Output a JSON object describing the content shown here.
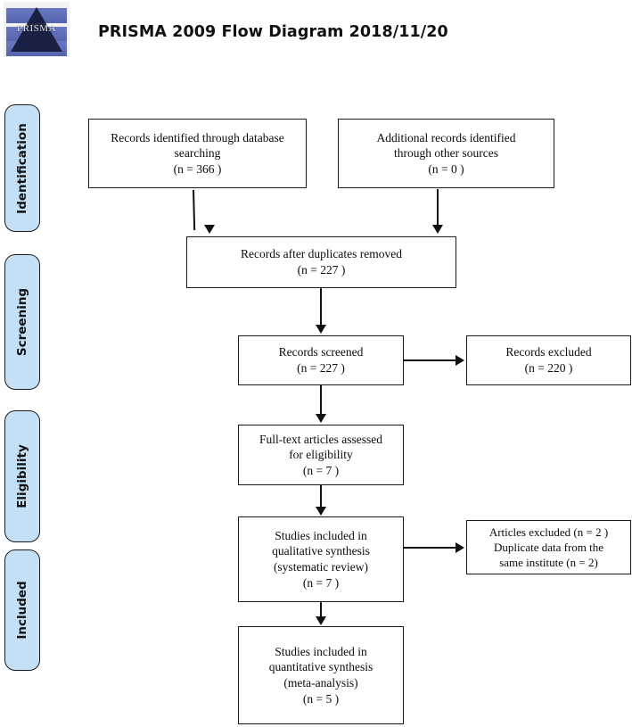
{
  "header": {
    "title": "PRISMA 2009 Flow Diagram 2018/11/20",
    "logo_word": "PRISMA",
    "logo_icon": "prisma-pyramid-logo"
  },
  "stages": [
    {
      "id": "identification",
      "label": "Identification"
    },
    {
      "id": "screening",
      "label": "Screening"
    },
    {
      "id": "eligibility",
      "label": "Eligibility"
    },
    {
      "id": "included",
      "label": "Included"
    }
  ],
  "boxes": {
    "db_search": {
      "text": "Records identified through database\nsearching\n(n = 366 )",
      "n": 366
    },
    "other_src": {
      "text": "Additional records identified\nthrough other sources\n(n = 0 )",
      "n": 0
    },
    "dedup": {
      "text": "Records after duplicates removed\n(n = 227 )",
      "n": 227
    },
    "screened": {
      "text": "Records screened\n(n = 227 )",
      "n": 227
    },
    "rec_excluded": {
      "text": "Records excluded\n(n = 220 )",
      "n": 220
    },
    "fulltext": {
      "text": "Full-text articles assessed\nfor eligibility\n(n = 7 )",
      "n": 7
    },
    "qualitative": {
      "text": "Studies included in\nqualitative synthesis\n(systematic review)\n(n = 7 )",
      "n": 7
    },
    "art_excluded": {
      "text": "Articles excluded (n = 2 )\nDuplicate data from the\nsame institute (n = 2)",
      "n": 2
    },
    "quantitative": {
      "text": "Studies included in\nquantitative synthesis\n(meta-analysis)\n(n = 5 )",
      "n": 5
    }
  },
  "colors": {
    "stage_fill": "#c3e0f7",
    "stage_border": "#1b1b1b",
    "box_border": "#1a1a1a",
    "line": "#111111",
    "text": "#0b0b0b",
    "title": "#111111"
  },
  "chart_data": {
    "type": "diagram",
    "title": "PRISMA 2009 Flow Diagram 2018/11/20",
    "nodes": [
      {
        "id": "db_search",
        "stage": "Identification",
        "label": "Records identified through database searching",
        "n": 366
      },
      {
        "id": "other_src",
        "stage": "Identification",
        "label": "Additional records identified through other sources",
        "n": 0
      },
      {
        "id": "dedup",
        "stage": "Screening",
        "label": "Records after duplicates removed",
        "n": 227
      },
      {
        "id": "screened",
        "stage": "Screening",
        "label": "Records screened",
        "n": 227
      },
      {
        "id": "rec_excluded",
        "stage": "Screening",
        "label": "Records excluded",
        "n": 220
      },
      {
        "id": "fulltext",
        "stage": "Eligibility",
        "label": "Full-text articles assessed for eligibility",
        "n": 7
      },
      {
        "id": "qualitative",
        "stage": "Included",
        "label": "Studies included in qualitative synthesis (systematic review)",
        "n": 7
      },
      {
        "id": "art_excluded",
        "stage": "Included",
        "label": "Articles excluded - Duplicate data from the same institute",
        "n": 2
      },
      {
        "id": "quantitative",
        "stage": "Included",
        "label": "Studies included in quantitative synthesis (meta-analysis)",
        "n": 5
      }
    ],
    "edges": [
      {
        "from": "db_search",
        "to": "dedup"
      },
      {
        "from": "other_src",
        "to": "dedup"
      },
      {
        "from": "dedup",
        "to": "screened"
      },
      {
        "from": "screened",
        "to": "rec_excluded"
      },
      {
        "from": "screened",
        "to": "fulltext"
      },
      {
        "from": "fulltext",
        "to": "qualitative"
      },
      {
        "from": "qualitative",
        "to": "art_excluded"
      },
      {
        "from": "qualitative",
        "to": "quantitative"
      }
    ]
  }
}
